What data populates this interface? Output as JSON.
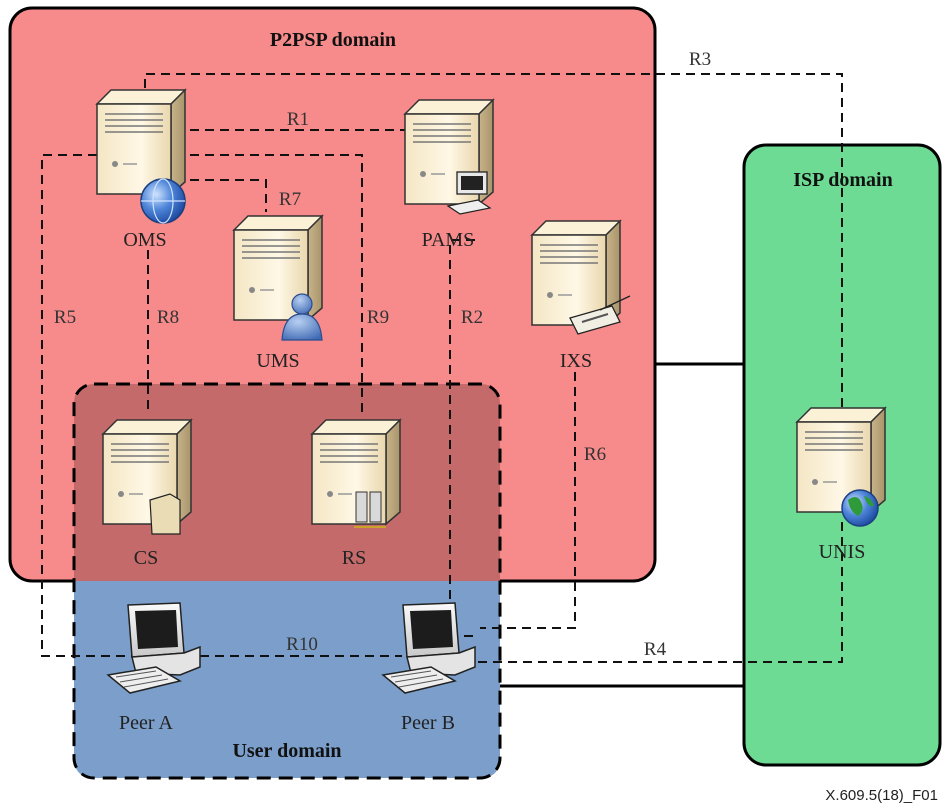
{
  "domains": {
    "p2psp": {
      "title": "P2PSP domain",
      "color": "#f78b8b"
    },
    "isp": {
      "title": "ISP domain",
      "color": "#6edb95"
    },
    "user": {
      "title": "User domain",
      "color": "#7b9fca"
    }
  },
  "nodes": {
    "oms": "OMS",
    "pams": "PAMS",
    "ums": "UMS",
    "ixs": "IXS",
    "cs": "CS",
    "rs": "RS",
    "unis": "UNIS",
    "peer_a": "Peer A",
    "peer_b": "Peer B"
  },
  "references": {
    "r1": "R1",
    "r2": "R2",
    "r3": "R3",
    "r4": "R4",
    "r5": "R5",
    "r6": "R6",
    "r7": "R7",
    "r8": "R8",
    "r9": "R9",
    "r10": "R10"
  },
  "figure_id": "X.609.5(18)_F01"
}
